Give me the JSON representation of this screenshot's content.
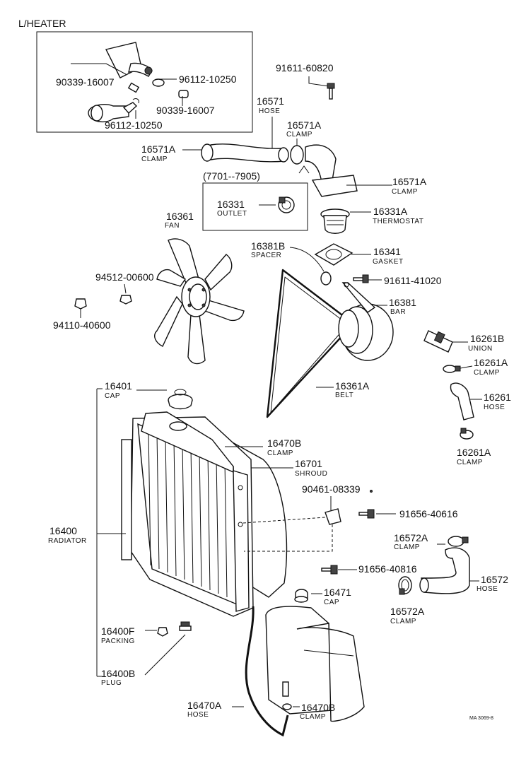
{
  "title": "L/HEATER",
  "callouts": [
    {
      "id": "c90339a",
      "number": "90339-16007",
      "label": ""
    },
    {
      "id": "c96112a",
      "number": "96112-10250",
      "label": ""
    },
    {
      "id": "c90339b",
      "number": "90339-16007",
      "label": ""
    },
    {
      "id": "c96112b",
      "number": "96112-10250",
      "label": ""
    },
    {
      "id": "c91611a",
      "number": "91611-60820",
      "label": ""
    },
    {
      "id": "c16571",
      "number": "16571",
      "label": "HOSE"
    },
    {
      "id": "c16571A1",
      "number": "16571A",
      "label": "CLAMP"
    },
    {
      "id": "c16571A2",
      "number": "16571A",
      "label": "CLAMP"
    },
    {
      "id": "c16571A3",
      "number": "16571A",
      "label": "CLAMP"
    },
    {
      "id": "c16331",
      "number": "16331",
      "label": "OUTLET"
    },
    {
      "id": "c16331A",
      "number": "16331A",
      "label": "THERMOSTAT"
    },
    {
      "id": "c16361",
      "number": "16361",
      "label": "FAN"
    },
    {
      "id": "c16381B",
      "number": "16381B",
      "label": "SPACER"
    },
    {
      "id": "c16341",
      "number": "16341",
      "label": "GASKET"
    },
    {
      "id": "c94512",
      "number": "94512-00600",
      "label": ""
    },
    {
      "id": "c91611b",
      "number": "91611-41020",
      "label": ""
    },
    {
      "id": "c16381",
      "number": "16381",
      "label": "BAR"
    },
    {
      "id": "c94110",
      "number": "94110-40600",
      "label": ""
    },
    {
      "id": "c16261B",
      "number": "16261B",
      "label": "UNION"
    },
    {
      "id": "c16261A1",
      "number": "16261A",
      "label": "CLAMP"
    },
    {
      "id": "c16261",
      "number": "16261",
      "label": "HOSE"
    },
    {
      "id": "c16261A2",
      "number": "16261A",
      "label": "CLAMP"
    },
    {
      "id": "c16401",
      "number": "16401",
      "label": "CAP"
    },
    {
      "id": "c16361A",
      "number": "16361A",
      "label": "BELT"
    },
    {
      "id": "c16470B1",
      "number": "16470B",
      "label": "CLAMP"
    },
    {
      "id": "c16701",
      "number": "16701",
      "label": "SHROUD"
    },
    {
      "id": "c90461",
      "number": "90461-08339",
      "label": ""
    },
    {
      "id": "c91656a",
      "number": "91656-40616",
      "label": ""
    },
    {
      "id": "c16400",
      "number": "16400",
      "label": "RADIATOR"
    },
    {
      "id": "c16572A1",
      "number": "16572A",
      "label": "CLAMP"
    },
    {
      "id": "c91656b",
      "number": "91656-40816",
      "label": ""
    },
    {
      "id": "c16572",
      "number": "16572",
      "label": "HOSE"
    },
    {
      "id": "c16471",
      "number": "16471",
      "label": "CAP"
    },
    {
      "id": "c16572A2",
      "number": "16572A",
      "label": "CLAMP"
    },
    {
      "id": "c16400F",
      "number": "16400F",
      "label": "PACKING"
    },
    {
      "id": "c16400B",
      "number": "16400B",
      "label": "PLUG"
    },
    {
      "id": "c16470A",
      "number": "16470A",
      "label": "HOSE"
    },
    {
      "id": "c16470B2",
      "number": "16470B",
      "label": "CLAMP"
    }
  ],
  "year_range": "(7701--7905)",
  "figure_code": "MA 3069-8"
}
